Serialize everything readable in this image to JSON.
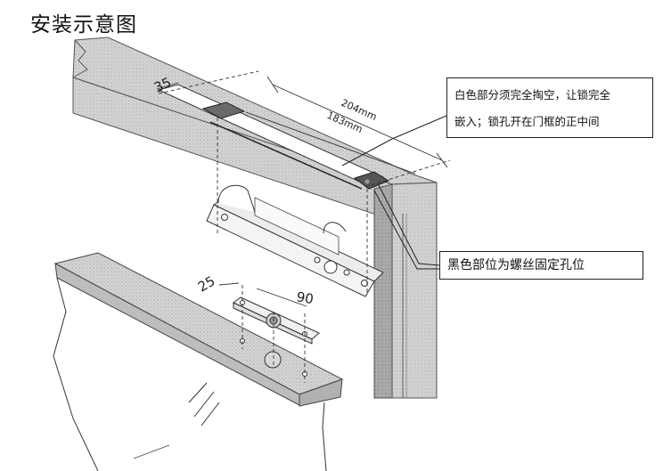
{
  "title": "安装示意图",
  "callouts": {
    "hollow_line1": "白色部分须完全掏空，让锁完全",
    "hollow_line2": "嵌入；锁孔开在门框的正中间",
    "black_parts": "黑色部位为螺丝固定孔位"
  },
  "dimensions": {
    "frame_width": "35",
    "outer_length": "204mm",
    "inner_length": "183mm",
    "plate_offset": "25",
    "plate_spacing": "90"
  }
}
